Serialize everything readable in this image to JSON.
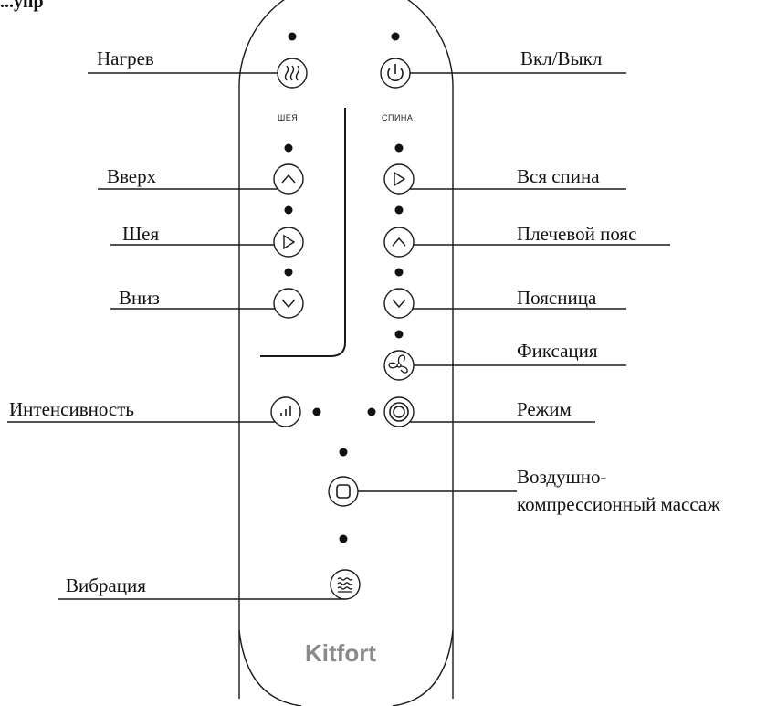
{
  "header": "...упр",
  "brand": "Kitfort",
  "zones": {
    "neck": "ШЕЯ",
    "back": "СПИНА"
  },
  "labels": {
    "heat": "Нагрев",
    "power": "Вкл/Выкл",
    "up": "Вверх",
    "full_back": "Вся спина",
    "neck": "Шея",
    "shoulder": "Плечевой пояс",
    "down": "Вниз",
    "lower_back": "Поясница",
    "fix": "Фиксация",
    "intensity": "Интенсивность",
    "mode": "Режим",
    "air_line1": "Воздушно-",
    "air_line2": "компрессионный массаж",
    "vibration": "Вибрация"
  },
  "icons": {
    "heat": "heat-waves-icon",
    "power": "power-icon",
    "up": "chevron-up-icon",
    "full_back": "play-icon",
    "neck": "play-icon",
    "shoulder": "chevron-up-icon",
    "down": "chevron-down-icon",
    "lower_back": "chevron-down-icon",
    "fix": "fan-icon",
    "intensity": "bars-icon",
    "mode": "concentric-circles-icon",
    "air": "rounded-square-icon",
    "vibration": "vibration-waves-icon"
  }
}
